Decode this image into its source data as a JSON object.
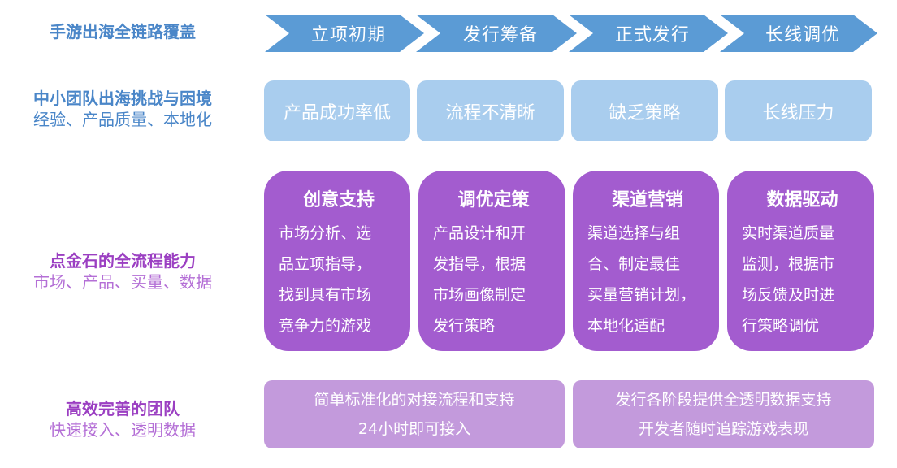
{
  "row1": {
    "label": "手游出海全链路覆盖",
    "steps": [
      "立项初期",
      "发行筹备",
      "正式发行",
      "长线调优"
    ]
  },
  "row2": {
    "label_bold": "中小团队出海挑战与困境",
    "label_sub": "经验、产品质量、本地化",
    "challenges": [
      "产品成功率低",
      "流程不清晰",
      "缺乏策略",
      "长线压力"
    ]
  },
  "row3": {
    "label_bold": "点金石的全流程能力",
    "label_sub": "市场、产品、买量、数据",
    "cards": [
      {
        "title": "创意支持",
        "lines": [
          "市场分析、选",
          "品立项指导，",
          "找到具有市场",
          "竞争力的游戏"
        ]
      },
      {
        "title": "调优定策",
        "lines": [
          "产品设计和开",
          "发指导，根据",
          "市场画像制定",
          "发行策略"
        ]
      },
      {
        "title": "渠道营销",
        "lines": [
          "渠道选择与组",
          "合、制定最佳",
          "买量营销计划，",
          "本地化适配"
        ]
      },
      {
        "title": "数据驱动",
        "lines": [
          "实时渠道质量",
          "监测，根据市",
          "场反馈及时进",
          "行策略调优"
        ]
      }
    ]
  },
  "row4": {
    "label_bold": "高效完善的团队",
    "label_sub": "快速接入、透明数据",
    "boxes": [
      {
        "lines": [
          "简单标准化的对接流程和支持",
          "24小时即可接入"
        ]
      },
      {
        "lines": [
          "发行各阶段提供全透明数据支持",
          "开发者随时追踪游戏表现"
        ]
      }
    ]
  },
  "colors": {
    "arrow_blue": "#5b9bd5",
    "light_blue": "#a9cdee",
    "card_purple": "#a35ccf",
    "light_purple": "#c39adc",
    "label_blue": "#4a86c8",
    "label_purple": "#9b3fc2"
  }
}
